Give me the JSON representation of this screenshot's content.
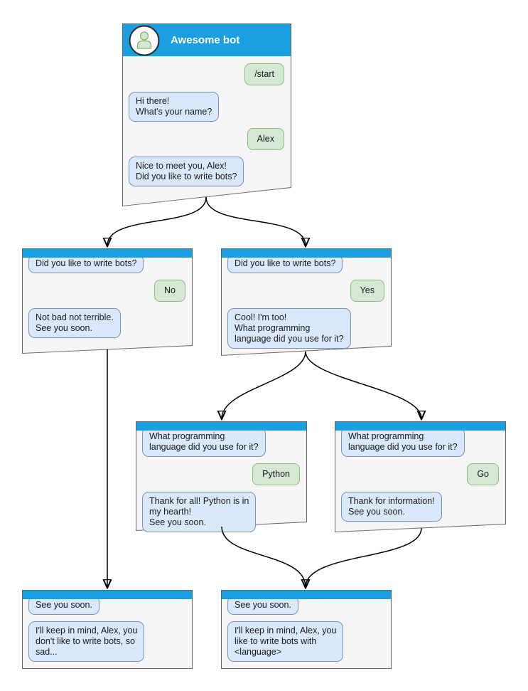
{
  "diagram": {
    "type": "chatbot-conversation-flowchart",
    "bot_title": "Awesome bot"
  },
  "colors": {
    "header_blue": "#1A9FE0",
    "window_background": "#F5F5F5",
    "window_border": "#666666",
    "bot_bubble_fill": "#DAE8FC",
    "bot_bubble_border": "#7593C9",
    "user_bubble_fill": "#D5E8D4",
    "user_bubble_border": "#8CBF77",
    "title_text": "#FFFFFF",
    "message_text": "#1A1A1A",
    "arrow": "#000000"
  },
  "windows": [
    {
      "id": "start",
      "title": "Awesome bot",
      "messages": [
        {
          "side": "user",
          "text": "/start"
        },
        {
          "side": "bot",
          "text": "Hi there!\nWhat's your name?"
        },
        {
          "side": "user",
          "text": "Alex"
        },
        {
          "side": "bot",
          "text": "Nice to meet you, Alex!\nDid you like to write bots?"
        }
      ]
    },
    {
      "id": "branch-no",
      "messages": [
        {
          "side": "bot",
          "text": "Did you like to write bots?"
        },
        {
          "side": "user",
          "text": "No"
        },
        {
          "side": "bot",
          "text": "Not bad not terrible.\nSee you soon."
        }
      ]
    },
    {
      "id": "branch-yes",
      "messages": [
        {
          "side": "bot",
          "text": "Did you like to write bots?"
        },
        {
          "side": "user",
          "text": "Yes"
        },
        {
          "side": "bot",
          "text": "Cool! I'm too!\nWhat programming\nlanguage did you use for it?"
        }
      ]
    },
    {
      "id": "lang-python",
      "messages": [
        {
          "side": "bot",
          "text": "What programming\nlanguage did you use for it?"
        },
        {
          "side": "user",
          "text": "Python"
        },
        {
          "side": "bot",
          "text": "Thank for all! Python is in\nmy hearth!\nSee you soon."
        }
      ]
    },
    {
      "id": "lang-go",
      "messages": [
        {
          "side": "bot",
          "text": "What programming\nlanguage did you use for it?"
        },
        {
          "side": "user",
          "text": "Go"
        },
        {
          "side": "bot",
          "text": "Thank for information!\nSee you soon."
        }
      ]
    },
    {
      "id": "end-no",
      "messages": [
        {
          "side": "bot",
          "text": "See you soon."
        },
        {
          "side": "bot",
          "text": "I'll keep in mind, Alex, you\ndon't like to write bots, so\nsad..."
        }
      ]
    },
    {
      "id": "end-yes",
      "messages": [
        {
          "side": "bot",
          "text": "See you soon."
        },
        {
          "side": "bot",
          "text": "I'll keep in mind, Alex, you\nlike to write bots with\n<language>"
        }
      ]
    }
  ],
  "connections": [
    {
      "from": "start",
      "to": "branch-no"
    },
    {
      "from": "start",
      "to": "branch-yes"
    },
    {
      "from": "branch-yes",
      "to": "lang-python"
    },
    {
      "from": "branch-yes",
      "to": "lang-go"
    },
    {
      "from": "branch-no",
      "to": "end-no"
    },
    {
      "from": "lang-python",
      "to": "end-yes"
    },
    {
      "from": "lang-go",
      "to": "end-yes"
    }
  ]
}
